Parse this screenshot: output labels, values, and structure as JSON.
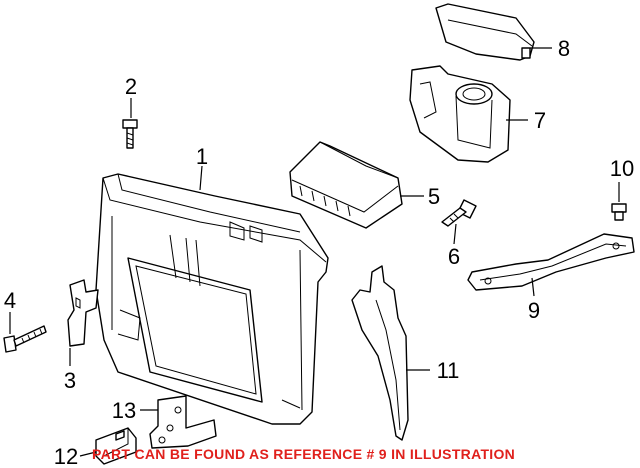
{
  "diagram": {
    "callouts": [
      "1",
      "2",
      "3",
      "4",
      "5",
      "6",
      "7",
      "8",
      "9",
      "10",
      "11",
      "12",
      "13"
    ],
    "note": "PART CAN BE FOUND AS REFERENCE # 9 IN ILLUSTRATION",
    "note_color": "#e0201c"
  }
}
